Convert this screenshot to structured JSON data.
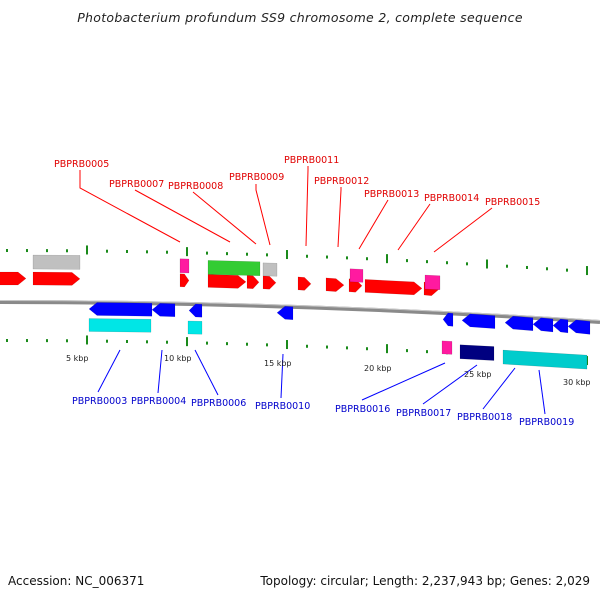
{
  "title": "Photobacterium profundum SS9 chromosome 2, complete sequence",
  "footer": {
    "accession": "Accession: NC_006371",
    "summary": "Topology: circular; Length: 2,237,943 bp; Genes: 2,029"
  },
  "colors": {
    "forward_cds": "#ff0000",
    "reverse_cds": "#0000ff",
    "forward_label": "#e00000",
    "reverse_label": "#0000cc",
    "tick": "#1a8a1a",
    "backbone": "#8a8a8a",
    "pink": "#ff1aa0",
    "green": "#33cc33",
    "grey": "#c0c0c0",
    "cyan": "#00e6e6",
    "teal": "#00cccc",
    "navy": "#000080"
  },
  "scale_labels": [
    "5 kbp",
    "10 kbp",
    "15 kbp",
    "20 kbp",
    "25 kbp",
    "30 kbp"
  ],
  "forward_genes": [
    {
      "label": "PBPRB0005"
    },
    {
      "label": "PBPRB0007"
    },
    {
      "label": "PBPRB0008"
    },
    {
      "label": "PBPRB0009"
    },
    {
      "label": "PBPRB0011"
    },
    {
      "label": "PBPRB0012"
    },
    {
      "label": "PBPRB0013"
    },
    {
      "label": "PBPRB0014"
    },
    {
      "label": "PBPRB0015"
    }
  ],
  "reverse_genes": [
    {
      "label": "PBPRB0003"
    },
    {
      "label": "PBPRB0004"
    },
    {
      "label": "PBPRB0006"
    },
    {
      "label": "PBPRB0010"
    },
    {
      "label": "PBPRB0016"
    },
    {
      "label": "PBPRB0017"
    },
    {
      "label": "PBPRB0018"
    },
    {
      "label": "PBPRB0019"
    }
  ]
}
